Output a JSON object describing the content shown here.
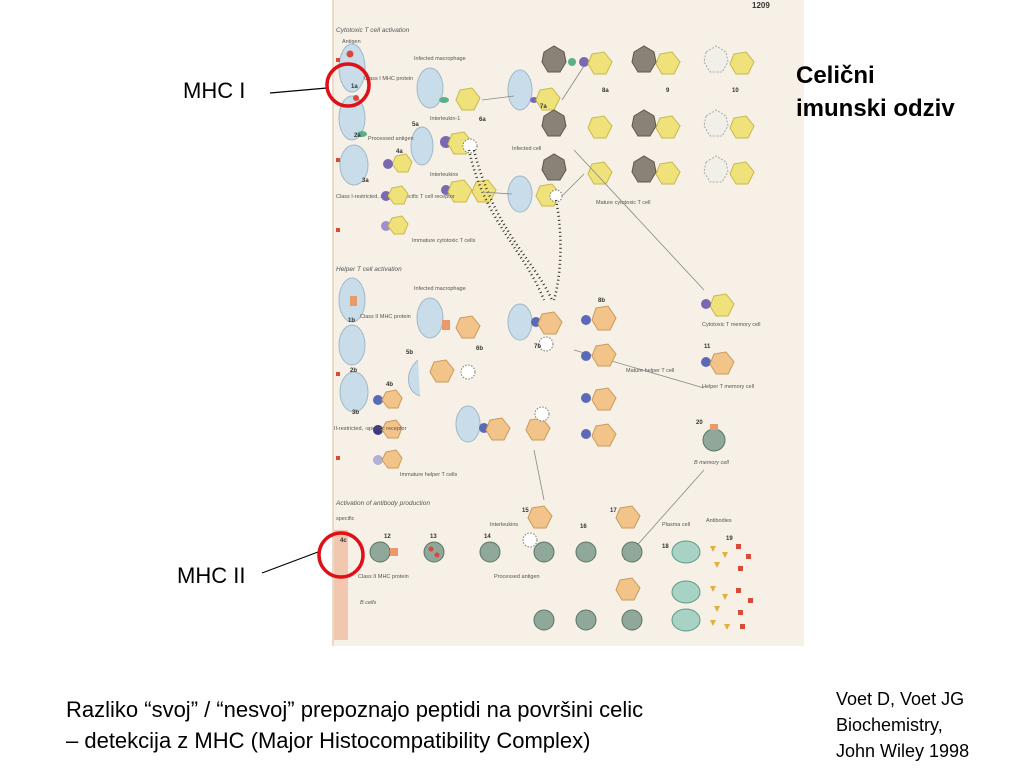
{
  "labels": {
    "mhc1": "MHC I",
    "mhc2": "MHC II"
  },
  "title": {
    "line1": "Celični",
    "line2": "imunski odziv"
  },
  "caption": {
    "line1": "Razliko “svoj” / “nesvoj” prepoznajo peptidi na površini celic",
    "line2": " – detekcija z MHC (Major Histocompatibility Complex)"
  },
  "reference": {
    "line1": "Voet D, Voet JG",
    "line2": "Biochemistry,",
    "line3": "John Wiley 1998"
  },
  "figure": {
    "page_number": "1209",
    "section_cytotoxic": "Cytotoxic T cell activation",
    "section_helper": "Helper T cell activation",
    "section_antibody": "Activation of antibody production",
    "text_antigen": "Antigen",
    "text_class1_mhc": "Class I MHC protein",
    "text_infected_macrophage": "Infected macrophage",
    "text_interleukin1": "Interleukin-1",
    "text_processed_antigen": "Processed antigen",
    "text_interleukins": "Interleukins",
    "text_class1_restricted": "Class I-restricted, antigen-specific T cell receptor",
    "text_immature_cytotoxic": "Immature cytotoxic T cells",
    "text_infected_cell": "Infected cell",
    "text_mature_cytotoxic": "Mature cytotoxic T cell",
    "text_cytotoxic_memory": "Cytotoxic T memory cell",
    "text_class2_mhc": "Class II MHC protein",
    "text_mature_helper": "Mature helper T cell",
    "text_helper_memory": "Helper T memory cell",
    "text_class2_restricted": "II-restricted, -specific receptor",
    "text_immature_helper": "Immature helper T cells",
    "text_b_memory": "B memory cell",
    "text_plasma_cell": "Plasma cell",
    "text_antibodies": "Antibodies",
    "text_b_cells": "B cells",
    "text_specific": "specific",
    "step_numbers": [
      "1a",
      "2a",
      "3a",
      "4a",
      "5a",
      "6a",
      "7a",
      "8a",
      "9",
      "10",
      "1b",
      "2b",
      "3b",
      "4b",
      "5b",
      "6b",
      "7b",
      "8b",
      "11",
      "4c",
      "12",
      "13",
      "14",
      "15",
      "16",
      "17",
      "18",
      "19",
      "20"
    ]
  },
  "colors": {
    "highlight_circle": "#e0101a",
    "macrophage": "#c8dcea",
    "tcell_cytotoxic": "#f0e27a",
    "tcell_helper": "#f2c48a",
    "bcell": "#8fa89a",
    "infected_cell": "#8a8276",
    "receptor_class1": "#7a68b0",
    "receptor_class2": "#5a6ab8",
    "antigen": "#d84a3a",
    "mhc_class1": "#5ab08a",
    "mhc_class2": "#e89a6a"
  }
}
